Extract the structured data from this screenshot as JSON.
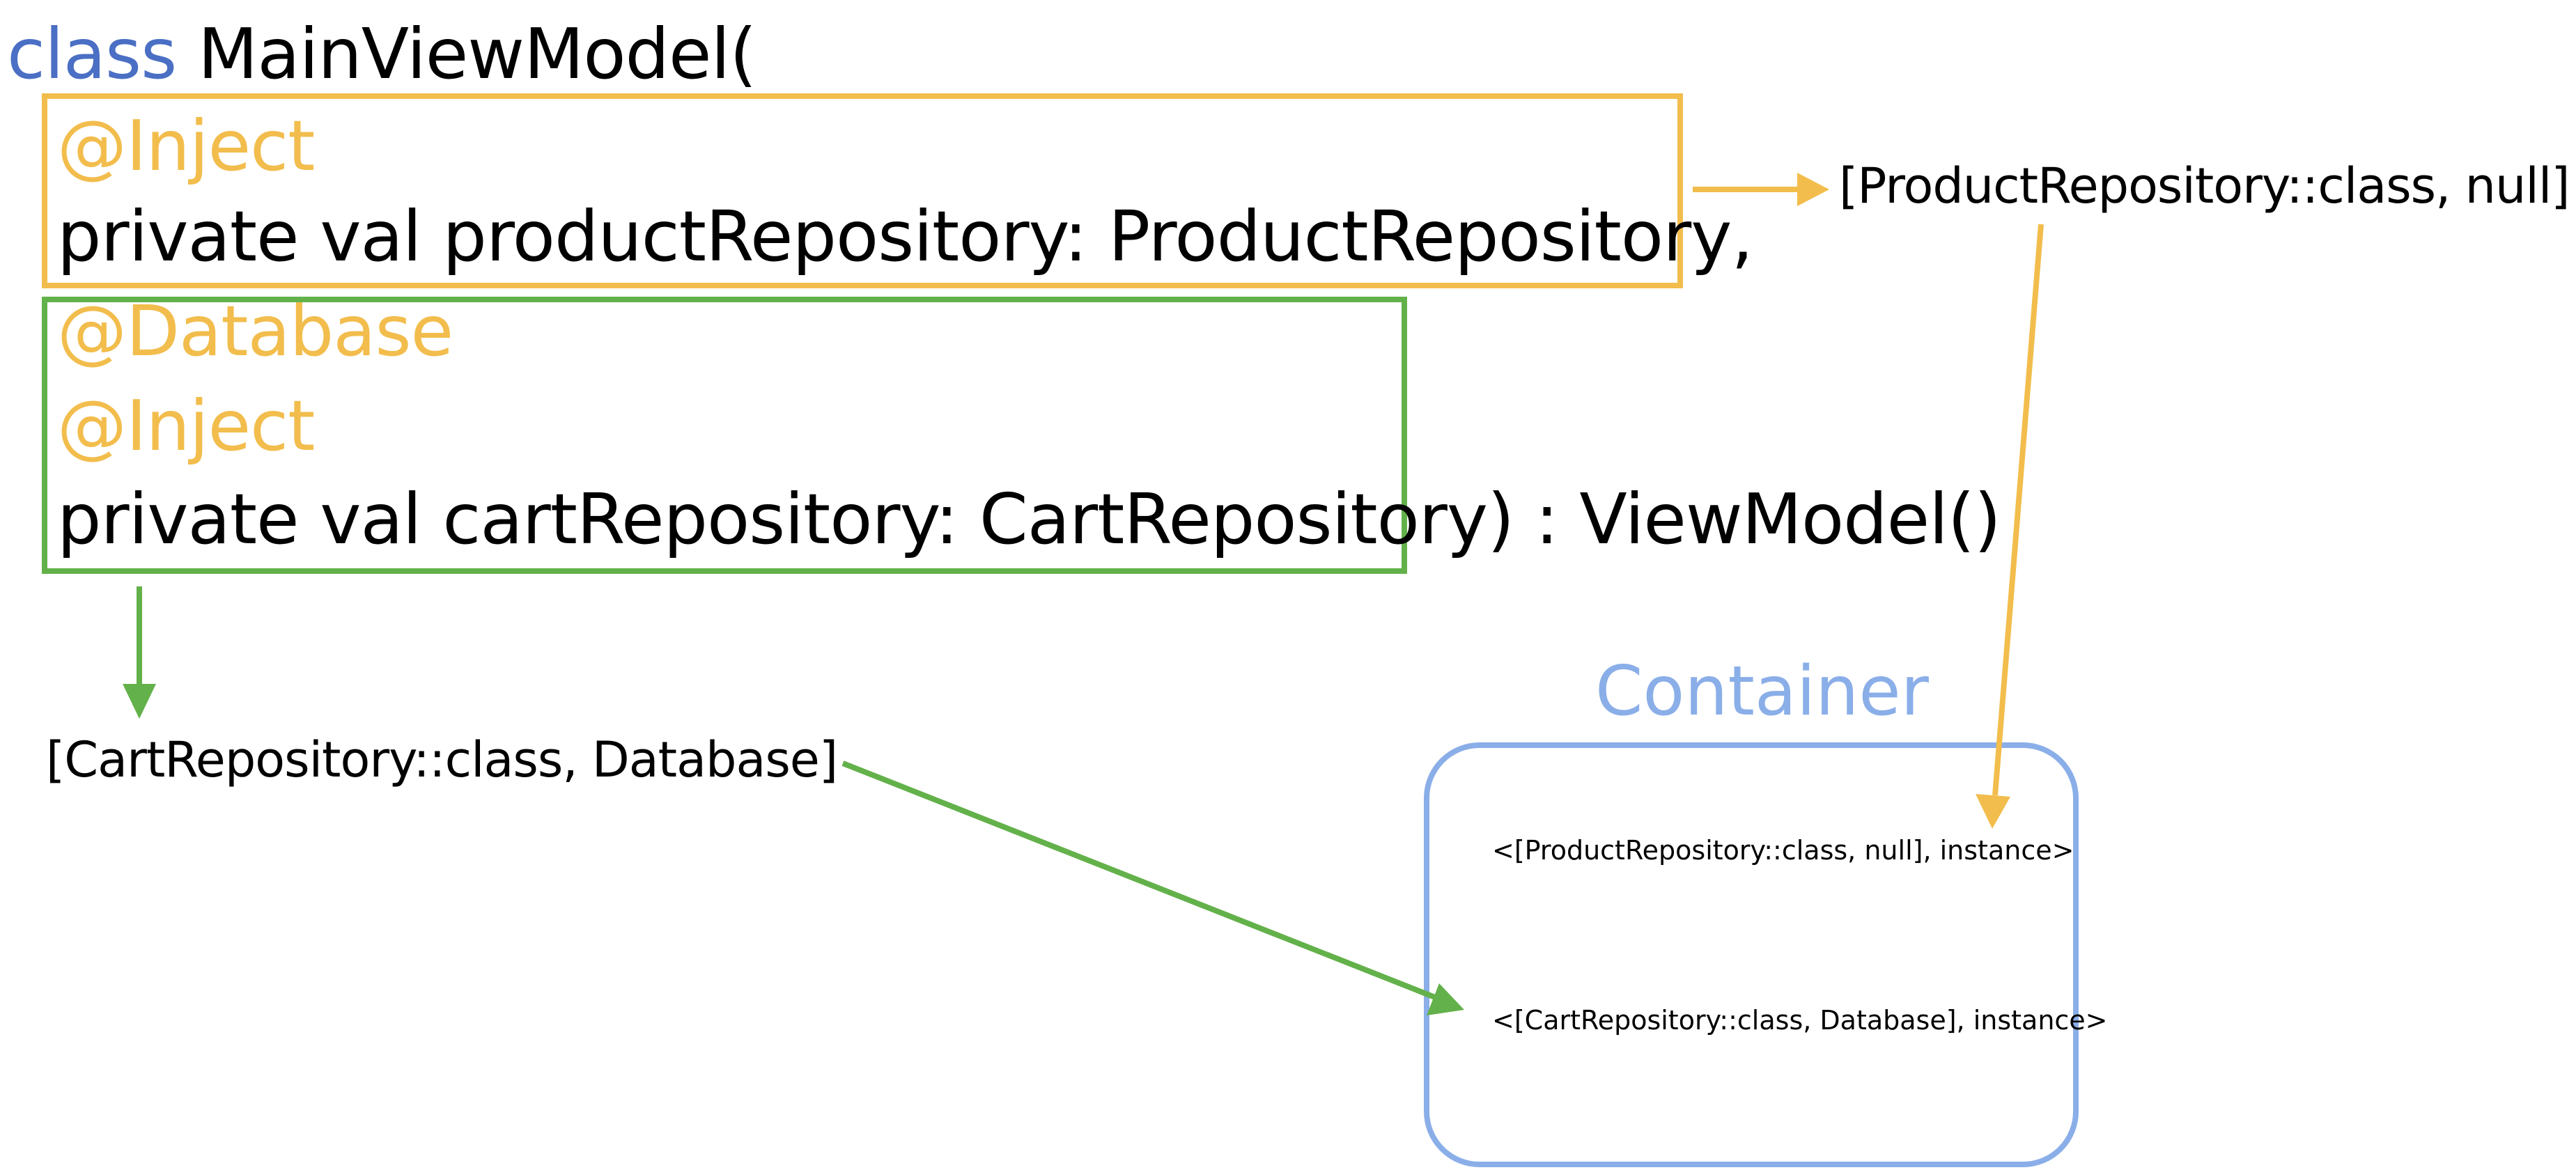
{
  "code": {
    "keyword": "class",
    "class_decl": "MainViewModel(",
    "inject_1": "@Inject",
    "product_param": "private val productRepository: ProductRepository,",
    "database_annotation": "@Database",
    "inject_2": "@Inject",
    "cart_param": "private val cartRepository: CartRepository",
    "cart_param_tail": ") : ViewModel()"
  },
  "keys": {
    "product_key": "[ProductRepository::class, null]",
    "cart_key": "[CartRepository::class, Database]"
  },
  "container": {
    "title": "Container",
    "entries": [
      "<[ProductRepository::class, null], instance>",
      "<[CartRepository::class, Database], instance>"
    ]
  },
  "colors": {
    "keyword": "#4a6fc4",
    "annotation": "#f2bd4c",
    "product_box": "#f2bd4c",
    "cart_box": "#63b14a",
    "container": "#8aaee8"
  }
}
